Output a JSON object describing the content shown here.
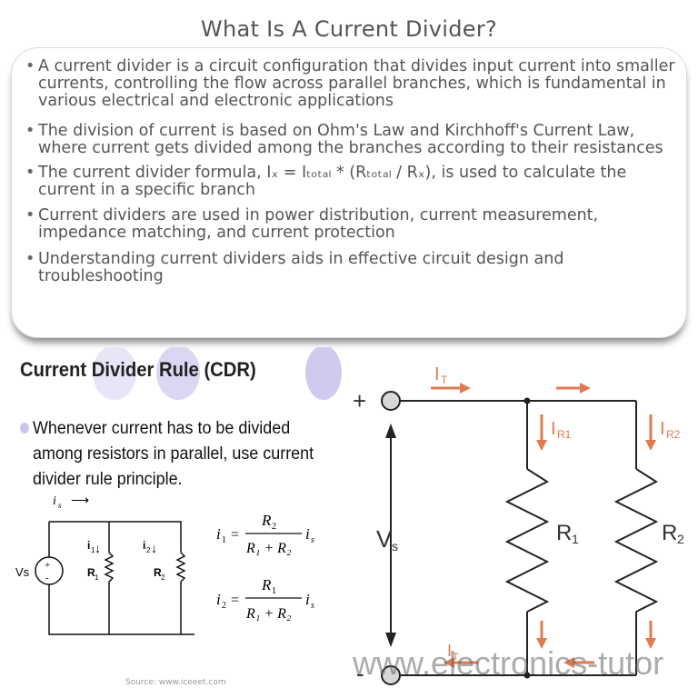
{
  "title": "What Is A Current Divider?",
  "bullets": [
    "A current divider is a circuit configuration that divides input current into smaller currents, controlling the flow across parallel branches, which is fundamental in various electrical and electronic applications",
    "The division of current is based on Ohm's Law and Kirchhoff's Current Law, where current gets divided among the branches according to their resistances",
    "The current divider formula, Iₓ = Iₜₒₜₐₗ * (Rₜₒₜₐₗ / Rₓ), is used to calculate the current in a specific branch",
    "Current dividers are used in power distribution, current measurement, impedance matching, and current protection",
    "Understanding current dividers aids in effective circuit design and troubleshooting"
  ],
  "slide": {
    "title": "Current Divider Rule (CDR)",
    "text": "Whenever current has to be divided among resistors in parallel, use current divider rule principle.",
    "source": "Source: www.iceeet.com"
  },
  "small_circuit": {
    "is_label": "i",
    "is_sub": "s",
    "vs_label": "Vs",
    "i1_label": "i",
    "i1_sub": "1",
    "i2_label": "i",
    "i2_sub": "2",
    "r1_label": "R",
    "r1_sub": "1",
    "r2_label": "R",
    "r2_sub": "2"
  },
  "formulas": {
    "f1_lhs": "i",
    "f1_lhs_sub": "1",
    "f1_num": "R",
    "f1_num_sub": "2",
    "f1_den": "R₁ + R₂",
    "f1_rhs": "i",
    "f1_rhs_sub": "s",
    "f2_lhs": "i",
    "f2_lhs_sub": "2",
    "f2_num": "R",
    "f2_num_sub": "1",
    "f2_den": "R₁ + R₂",
    "f2_rhs": "i",
    "f2_rhs_sub": "s"
  },
  "big_circuit": {
    "it_label": "I",
    "it_sub": "T",
    "ir1_label": "I",
    "ir1_sub": "R1",
    "ir2_label": "I",
    "ir2_sub": "R2",
    "vs_label": "V",
    "vs_sub": "s",
    "r1_label": "R",
    "r1_sub": "1",
    "r2_label": "R",
    "r2_sub": "2",
    "plus": "+",
    "minus": "-",
    "watermark": "www.electronics-tutor",
    "arrow_color": "#e07b4f",
    "wire_color": "#222222"
  }
}
